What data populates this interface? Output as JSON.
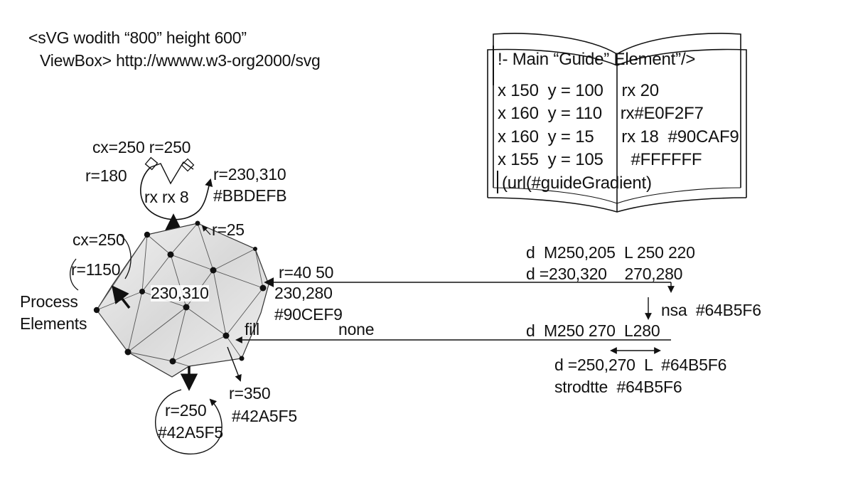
{
  "header": {
    "line1": "<sVG wodith “800”  height 600”",
    "line2": "ViewBox> http://wwww.w3-org2000/svg"
  },
  "top_circle": {
    "label_cx": "cx=250 r=250",
    "label_r": "r=180",
    "label_inner": "rx rx 8",
    "label_coords": "r=230,310",
    "label_color": "#BBDEFB"
  },
  "polygon": {
    "label_r": "r=25",
    "label_coords": "230,310",
    "label_right_r": "r=40 50",
    "label_right_coords": "230,280",
    "label_right_color": "#90CEF9",
    "label_fill": "fill",
    "label_none": "none"
  },
  "left": {
    "label_cx": "cx=250",
    "label_r": "r=1150",
    "process_line1": "Process",
    "process_line2": "Elements"
  },
  "bottom": {
    "label_r": "r=350",
    "label_color": "#42A5F5",
    "circle_r": "r=250",
    "circle_color": "#42A5F5"
  },
  "book": {
    "title": "!- Main “Guide” Element”/>",
    "lines": [
      "x 150  y = 100    rx 20",
      "x 160  y = 110    rx#E0F2F7",
      "x 160  y = 15      rx 18  #90CAF9",
      "x 155  y = 105      #FFFFFF",
      "(url(#guideGradient)"
    ]
  },
  "paths": {
    "line1": "d  M250,205  L 250 220",
    "line2": "d =230,320    270,280",
    "nsa": "nsa  #64B5F6",
    "line3": "d  M250 270  L280",
    "line4": "d =250,270  L  #64B5F6",
    "line5": "strodtte  #64B5F6"
  }
}
